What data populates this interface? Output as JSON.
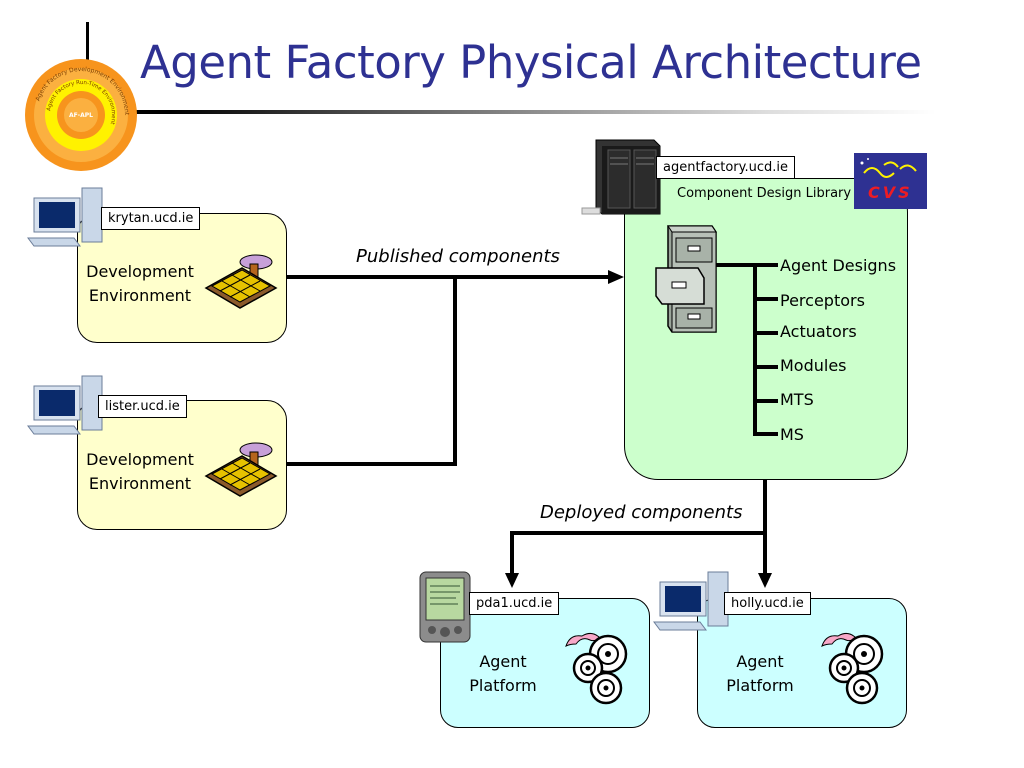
{
  "title": "Agent Factory Physical Architecture",
  "logo": {
    "center": "AF-APL",
    "ring1": "Agent Factory Run-Time Environment",
    "ring2": "Agent Factory Development Environment"
  },
  "server": {
    "host": "agentfactory.ucd.ie",
    "label": "Component Design Library",
    "cvs_logo": "CVS",
    "items": [
      "Agent Designs",
      "Perceptors",
      "Actuators",
      "Modules",
      "MTS",
      "MS"
    ]
  },
  "dev_envs": [
    {
      "host": "krytan.ucd.ie",
      "line1": "Development",
      "line2": "Environment"
    },
    {
      "host": "lister.ucd.ie",
      "line1": "Development",
      "line2": "Environment"
    }
  ],
  "platforms": [
    {
      "host": "pda1.ucd.ie",
      "line1": "Agent",
      "line2": "Platform"
    },
    {
      "host": "holly.ucd.ie",
      "line1": "Agent",
      "line2": "Platform"
    }
  ],
  "arrows": {
    "published": "Published components",
    "deployed": "Deployed components"
  }
}
